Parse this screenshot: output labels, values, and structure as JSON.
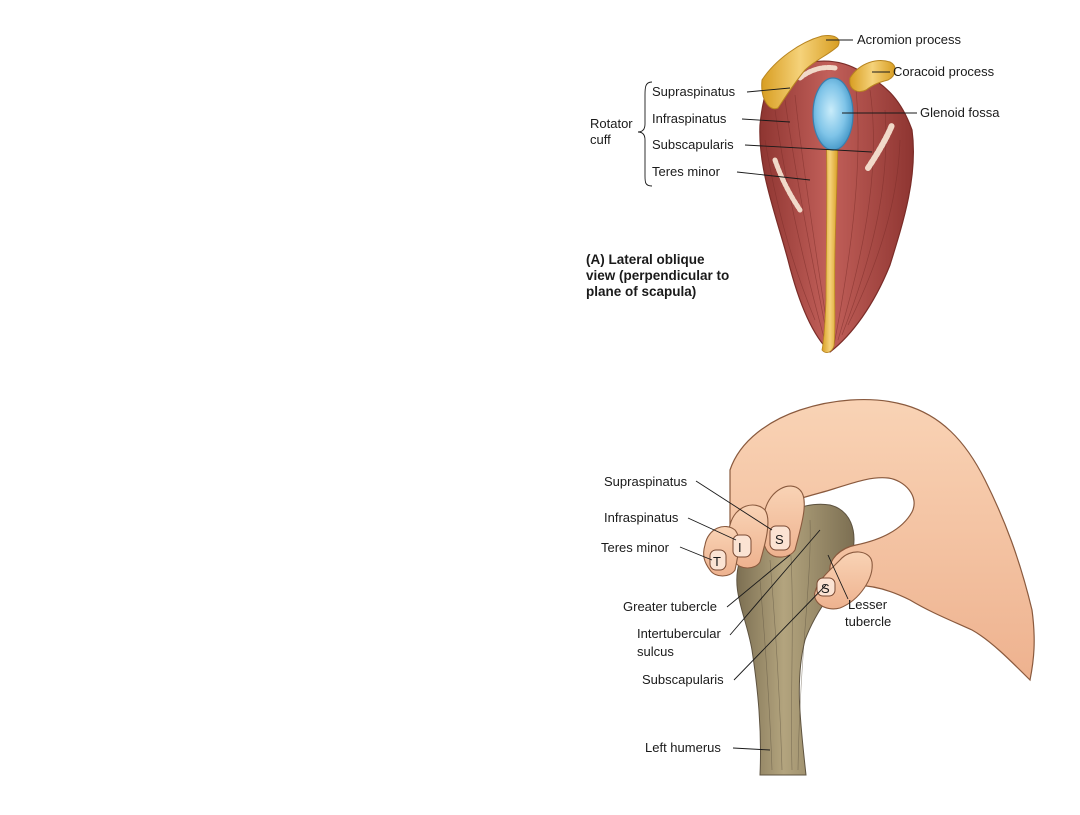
{
  "figure_a": {
    "labels": {
      "acromion_process": "Acromion process",
      "coracoid_process": "Coracoid process",
      "glenoid_fossa": "Glenoid fossa",
      "supraspinatus": "Supraspinatus",
      "infraspinatus": "Infraspinatus",
      "subscapularis": "Subscapularis",
      "teres_minor": "Teres minor",
      "rotator": "Rotator",
      "cuff": "cuff"
    },
    "caption": [
      "(A) Lateral oblique",
      "view (perpendicular to",
      "plane of scapula)"
    ]
  },
  "figure_b": {
    "labels": {
      "supraspinatus": "Supraspinatus",
      "infraspinatus": "Infraspinatus",
      "teres_minor": "Teres minor",
      "greater_tubercle": "Greater tubercle",
      "intertubercular_1": "Intertubercular",
      "intertubercular_2": "sulcus",
      "subscapularis": "Subscapularis",
      "lesser_1": "Lesser",
      "lesser_2": "tubercle",
      "left_humerus": "Left humerus"
    },
    "finger_letters": {
      "s_top": "S",
      "i": "I",
      "t": "T",
      "s_thumb": "S"
    }
  },
  "colors": {
    "muscle": "#b5524c",
    "muscle_dark": "#8e3531",
    "bone": "#e8b83e",
    "glenoid": "#7fc4e8",
    "skin": "#f6c7a4",
    "skin_shade": "#e6a684",
    "humerus": "#a89974",
    "humerus_dark": "#7c6f52"
  }
}
